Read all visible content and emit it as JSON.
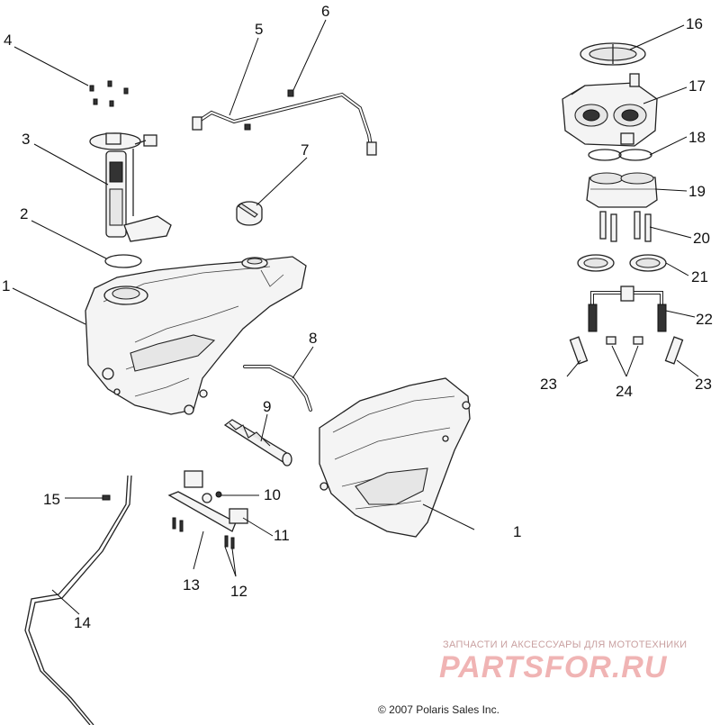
{
  "callouts": {
    "c1a": "1",
    "c1b": "1",
    "c2": "2",
    "c3": "3",
    "c4": "4",
    "c5": "5",
    "c6": "6",
    "c7": "7",
    "c8": "8",
    "c9": "9",
    "c10": "10",
    "c11": "11",
    "c12": "12",
    "c13": "13",
    "c14": "14",
    "c15": "15",
    "c16": "16",
    "c17": "17",
    "c18": "18",
    "c19": "19",
    "c20": "20",
    "c21": "21",
    "c22": "22",
    "c23a": "23",
    "c23b": "23",
    "c24": "24"
  },
  "footer": {
    "copyright": "© 2007 Polaris Sales Inc."
  },
  "watermark": {
    "tagline": "ЗАПЧАСТИ И АКСЕССУАРЫ ДЛЯ МОТОТЕХНИКИ",
    "brand": "PARTSFOR.RU"
  }
}
